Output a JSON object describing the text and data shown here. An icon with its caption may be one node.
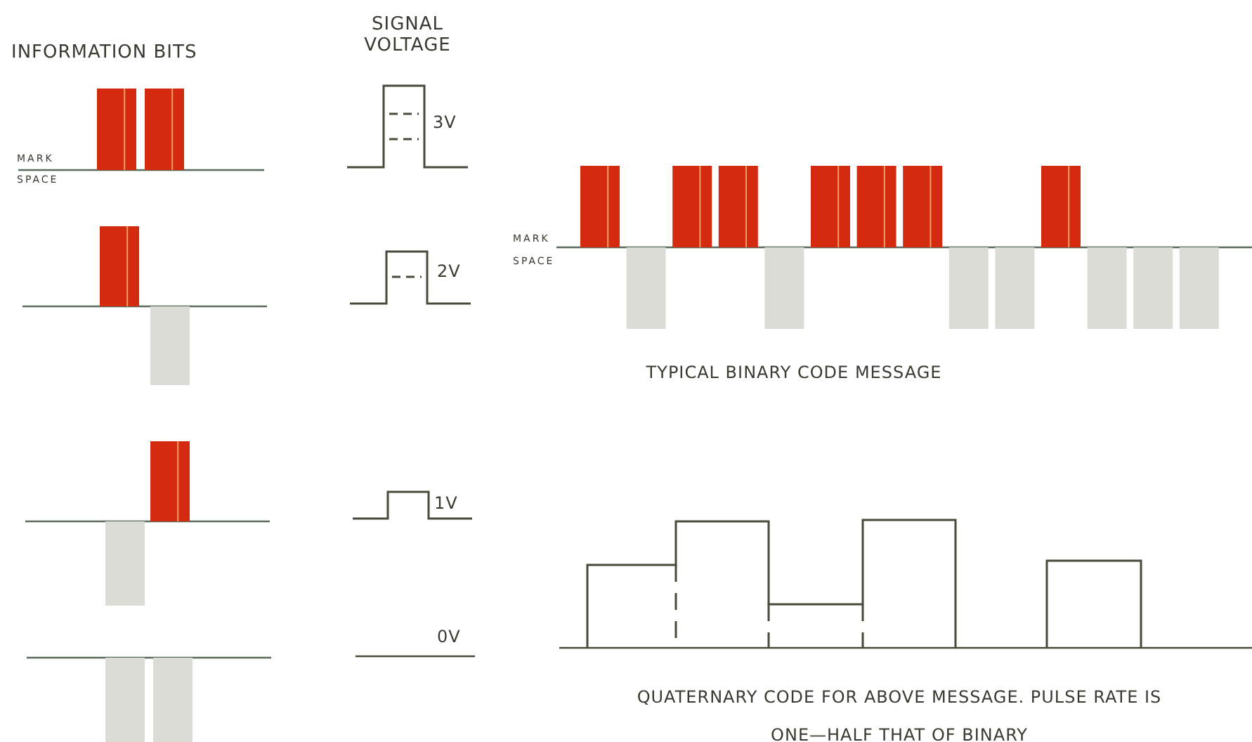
{
  "diagram": {
    "labels": [
      "SIGNAL VOLTAGE",
      "INFORMATION BITS",
      "3V",
      "MARK",
      "SPACE",
      "2V",
      "MARK",
      "SPACE",
      "TYPICAL BINARY CODE MESSAGE",
      "1V",
      "0V",
      "QUATERNARY CODE FOR ABOVE MESSAGE. PULSE RATE IS ONE—HALF THAT OF BINARY"
    ]
  }
}
